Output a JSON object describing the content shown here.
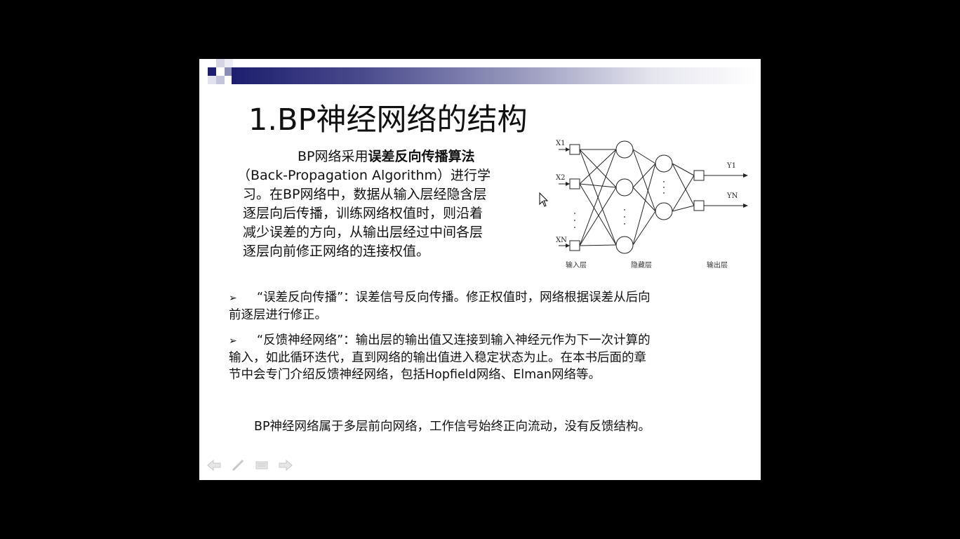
{
  "slide": {
    "title": "1.BP神经网络的结构",
    "paragraph": {
      "lines": [
        {
          "pre": "BP网络采用",
          "bold": "误差反向传播算法",
          "post": ""
        },
        {
          "pre": "（Back-Propagation Algorithm）进行学",
          "bold": "",
          "post": ""
        },
        {
          "pre": "习。在BP网络中，数据从输入层经隐含层",
          "bold": "",
          "post": ""
        },
        {
          "pre": "逐层向后传播，训练网络权值时，则沿着",
          "bold": "",
          "post": ""
        },
        {
          "pre": "减少误差的方向，从输出层经过中间各层",
          "bold": "",
          "post": ""
        },
        {
          "pre": "逐层向前修正网络的连接权值。",
          "bold": "",
          "post": ""
        }
      ]
    },
    "diagram": {
      "inputs": [
        "X1",
        "X2",
        "XN"
      ],
      "outputs": [
        "Y1",
        "YN"
      ],
      "layer_labels": [
        "输入层",
        "隐藏层",
        "输出层"
      ]
    },
    "bullets": [
      {
        "marker": "➢",
        "lines": [
          "“误差反向传播”：误差信号反向传播。修正权值时，网络根据误差从后向",
          "前逐层进行修正。"
        ]
      },
      {
        "marker": "➢",
        "lines": [
          "“反馈神经网络”：输出层的输出值又连接到输入神经元作为下一次计算的",
          "输入，如此循环迭代，直到网络的输出值进入稳定状态为止。在本书后面的章",
          "节中会专门介绍反馈神经网络，包括Hopfield网络、Elman网络等。"
        ]
      }
    ],
    "footer_note": "BP神经网络属于多层前向网络，工作信号始终正向流动，没有反馈结构。"
  },
  "navigation": {
    "icons": [
      "previous-arrow-icon",
      "pen-icon",
      "menu-icon",
      "next-arrow-icon"
    ]
  },
  "colors": {
    "background": "#000000",
    "slide": "#ffffff",
    "band_start": "#1d1e6e"
  }
}
